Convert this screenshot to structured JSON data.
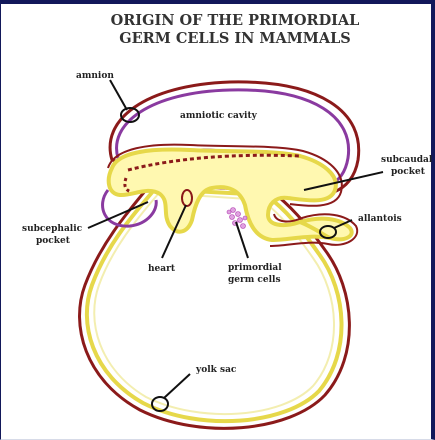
{
  "title_line1": "ORIGIN OF THE PRIMORDIAL",
  "title_line2": "GERM CELLS IN MAMMALS",
  "labels": {
    "amnion": "amnion",
    "amniotic_cavity": "amniotic cavity",
    "subcaudal_1": "subcaudal",
    "subcaudal_2": "pocket",
    "allantois": "allantois",
    "subcephalic_1": "subcephalic",
    "subcephalic_2": "pocket",
    "heart": "heart",
    "primordial_1": "primordial",
    "primordial_2": "germ cells",
    "yolk_sac": "yolk sac"
  },
  "colors": {
    "outer_layer": "#8b1a1a",
    "inner_layer": "#e6d84a",
    "amnion_layer": "#8a3aa0",
    "embryo_fill": "#fff8b0",
    "germ_cells": "#d070d0",
    "border": "#12185a"
  }
}
